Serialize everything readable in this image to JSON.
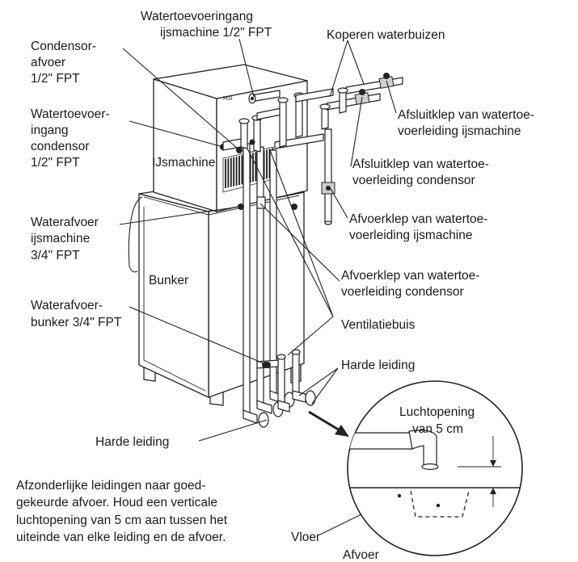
{
  "labels": {
    "ice_inlet_l1": "Watertoevoeringang",
    "ice_inlet_l2": "ijsmachine 1/2\" FPT",
    "copper_pipes": "Koperen waterbuizen",
    "cond_drain_l1": "Condensor-",
    "cond_drain_l2": "afvoer",
    "cond_drain_l3": "1/2\" FPT",
    "shutoff_ice_l1": "Afsluitklep van watertoe-",
    "shutoff_ice_l2": "voerleiding ijsmachine",
    "cond_inlet_l1": "Watertoevoer-",
    "cond_inlet_l2": "ingang",
    "cond_inlet_l3": "condensor",
    "cond_inlet_l4": "1/2\" FPT",
    "ice_machine": "IJsmachine",
    "shutoff_cond_l1": "Afsluitklep van watertoe-",
    "shutoff_cond_l2": "voerleiding condensor",
    "ice_drain_l1": "Waterafvoer",
    "ice_drain_l2": "ijsmachine",
    "ice_drain_l3": "3/4\" FPT",
    "drainvalve_ice_l1": "Afvoerklep van watertoe-",
    "drainvalve_ice_l2": "voerleiding ijsmachine",
    "bunker": "Bunker",
    "drainvalve_cond_l1": "Afvoerklep van watertoe-",
    "drainvalve_cond_l2": "voerleiding condensor",
    "bunker_drain_l1": "Waterafvoer-",
    "bunker_drain_l2": "bunker 3/4\" FPT",
    "vent_pipe": "Ventilatiebuis",
    "hard_pipe_right": "Harde leiding",
    "hard_pipe_left": "Harde leiding",
    "air_gap_l1": "Luchtopening",
    "air_gap_l2": "van 5 cm",
    "floor": "Vloer",
    "drain": "Afvoer",
    "note_l1": "Afzonderlijke leidingen naar goed-",
    "note_l2": "gekeurde afvoer. Houd een verticale",
    "note_l3": "luchtopening van 5 cm aan tussen het",
    "note_l4": "uiteinde van elke leiding en de afvoer."
  },
  "colors": {
    "ink": "#222222",
    "paper": "#ffffff",
    "grille": "#1a1a1a"
  }
}
